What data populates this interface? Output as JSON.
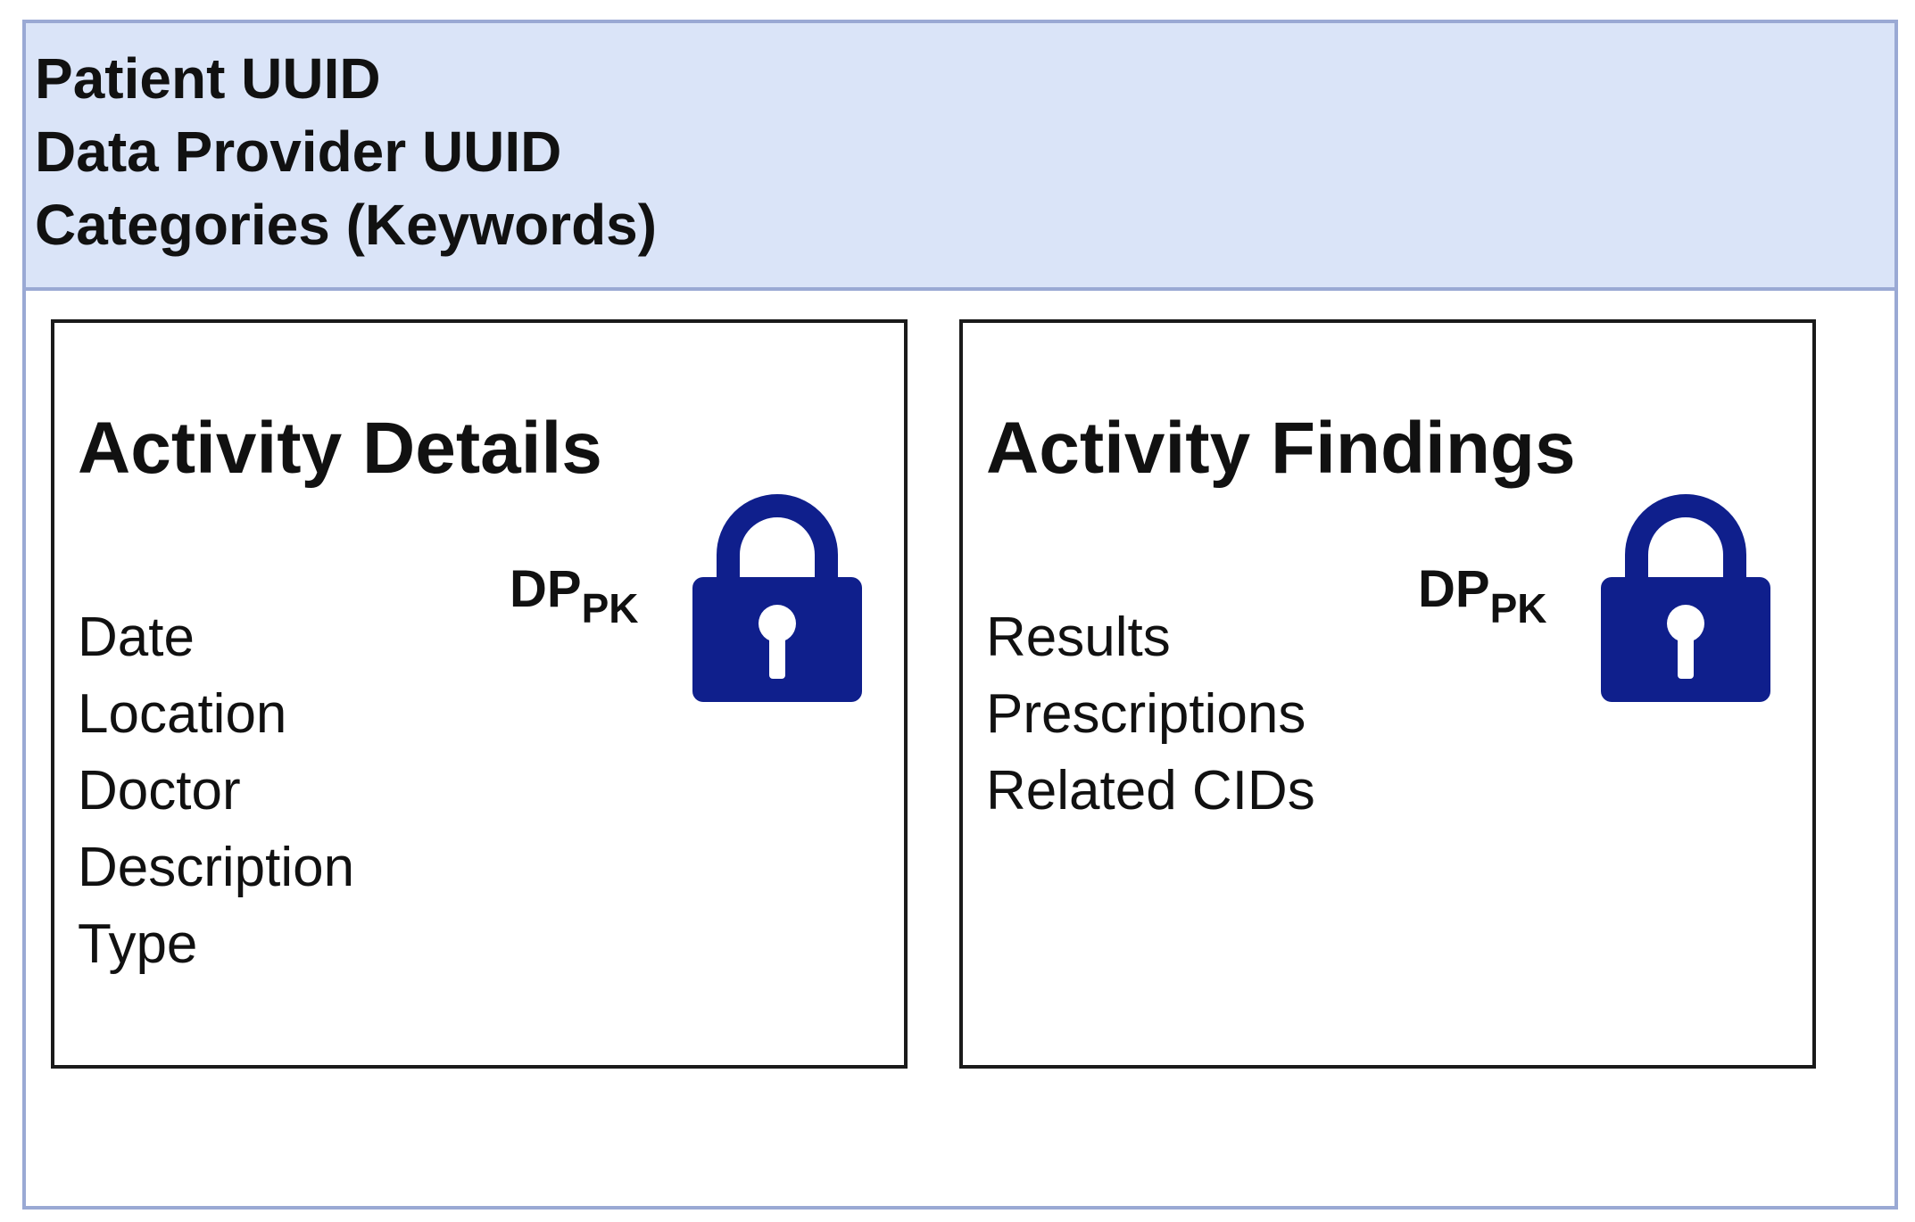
{
  "header": {
    "lines": [
      "Patient UUID",
      "Data Provider UUID",
      "Categories (Keywords)"
    ]
  },
  "boxes": [
    {
      "title": "Activity Details",
      "key_main": "DP",
      "key_sub": "PK",
      "icon": "lock-icon",
      "fields": [
        "Date",
        "Location",
        "Doctor",
        "Description",
        "Type"
      ]
    },
    {
      "title": "Activity Findings",
      "key_main": "DP",
      "key_sub": "PK",
      "icon": "lock-icon",
      "fields": [
        "Results",
        "Prescriptions",
        "Related CIDs"
      ]
    }
  ],
  "colors": {
    "header_fill": "#dae4f8",
    "outer_border": "#9aa9d4",
    "lock": "#0f1f8c"
  }
}
